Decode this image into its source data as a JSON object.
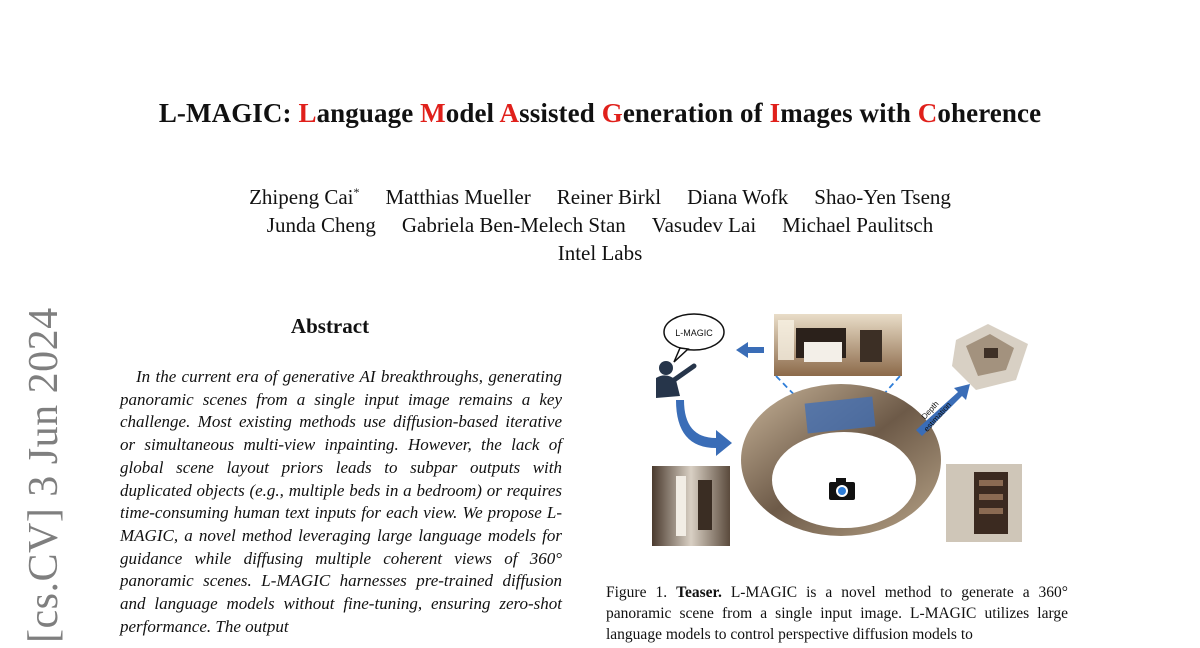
{
  "paper": {
    "title_parts": [
      {
        "text": "L-MAGIC: ",
        "hl": false
      },
      {
        "text": "L",
        "hl": true
      },
      {
        "text": "anguage ",
        "hl": false
      },
      {
        "text": "M",
        "hl": true
      },
      {
        "text": "odel ",
        "hl": false
      },
      {
        "text": "A",
        "hl": true
      },
      {
        "text": "ssisted ",
        "hl": false
      },
      {
        "text": "G",
        "hl": true
      },
      {
        "text": "eneration of ",
        "hl": false
      },
      {
        "text": "I",
        "hl": true
      },
      {
        "text": "mages with ",
        "hl": false
      },
      {
        "text": "C",
        "hl": true
      },
      {
        "text": "oherence",
        "hl": false
      }
    ],
    "authors_row1": [
      "Zhipeng Cai",
      "Matthias Mueller",
      "Reiner Birkl",
      "Diana Wofk",
      "Shao-Yen Tseng"
    ],
    "authors_row1_mark": "*",
    "authors_row2": [
      "Junda Cheng",
      "Gabriela Ben-Melech Stan",
      "Vasudev Lai",
      "Michael Paulitsch"
    ],
    "affiliation": "Intel Labs",
    "arxiv_stamp": "[cs.CV]  3 Jun 2024",
    "abstract_heading": "Abstract",
    "abstract_text": "In the current era of generative AI breakthroughs, generating panoramic scenes from a single input image remains a key challenge. Most existing methods use diffusion-based iterative or simultaneous multi-view inpainting. However, the lack of global scene layout priors leads to subpar outputs with duplicated objects (e.g., multiple beds in a bedroom) or requires time-consuming human text inputs for each view. We propose L-MAGIC, a novel method leveraging large language models for guidance while diffusing multiple coherent views of 360° panoramic scenes. L-MAGIC harnesses pre-trained diffusion and language models without fine-tuning, ensuring zero-shot performance. The output",
    "figure": {
      "bubble_label": "L-MAGIC",
      "depth_label_1": "Depth",
      "depth_label_2": "estimation"
    },
    "caption_prefix": "Figure 1.",
    "caption_bold": "Teaser.",
    "caption_text": " L-MAGIC is a novel method to generate a 360° panoramic scene from a single input image. L-MAGIC utilizes large language models to control perspective diffusion models to"
  }
}
